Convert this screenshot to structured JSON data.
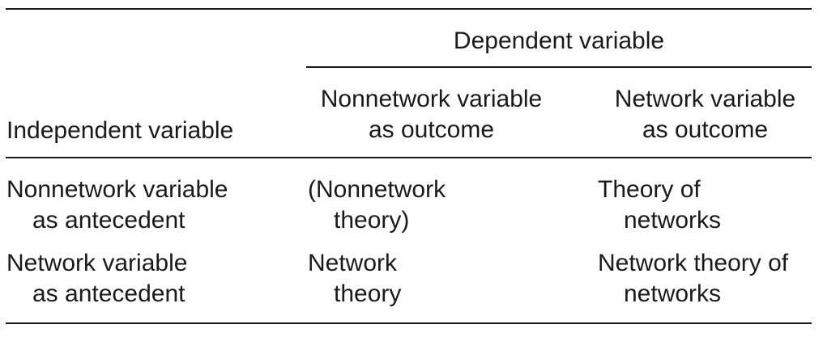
{
  "table": {
    "spanner": "Dependent variable",
    "stub_header": "Independent variable",
    "col1_header": [
      "Nonnetwork variable",
      "as outcome"
    ],
    "col2_header": [
      "Network variable",
      "as outcome"
    ],
    "rows": [
      {
        "label": [
          "Nonnetwork variable",
          "as antecedent"
        ],
        "col1": [
          "(Nonnetwork",
          "theory)"
        ],
        "col2": [
          "Theory of",
          "networks"
        ]
      },
      {
        "label": [
          "Network variable",
          "as antecedent"
        ],
        "col1": [
          "Network",
          "theory"
        ],
        "col2": [
          "Network theory of",
          "networks"
        ]
      }
    ]
  }
}
